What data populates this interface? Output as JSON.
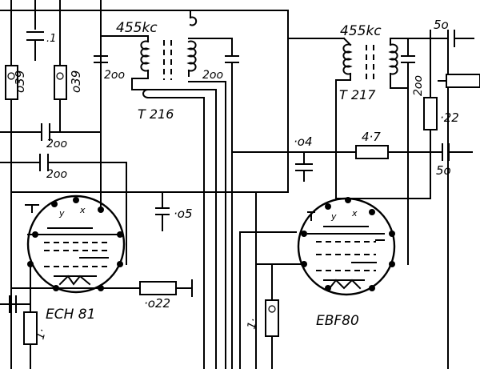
{
  "labels": {
    "cap_top_left": ".1",
    "res_left_1": "o39",
    "res_left_2": "o39",
    "xfmr1_freq": "455kc",
    "xfmr1_cap": "2oo",
    "xfmr1_cap2": "2oo",
    "xfmr1_name": "T 216",
    "xfmr2_freq": "455kc",
    "xfmr2_cap": "2oo",
    "xfmr2_name": "T 217",
    "cap_in_1": "2oo",
    "cap_in_2": "2oo",
    "cap_mid": "·o4",
    "res_mid": "4·7",
    "cap_out_top": "5o",
    "cap_out_bottom": "5o",
    "res_right": "·22",
    "cap_ech": "·o5",
    "res_grid": "·o22",
    "res_cathode": "1·",
    "res_ebf": "1·",
    "tube1_name": "ECH 81",
    "tube2_name": "EBF80",
    "pin_x": "x",
    "pin_y": "y"
  }
}
